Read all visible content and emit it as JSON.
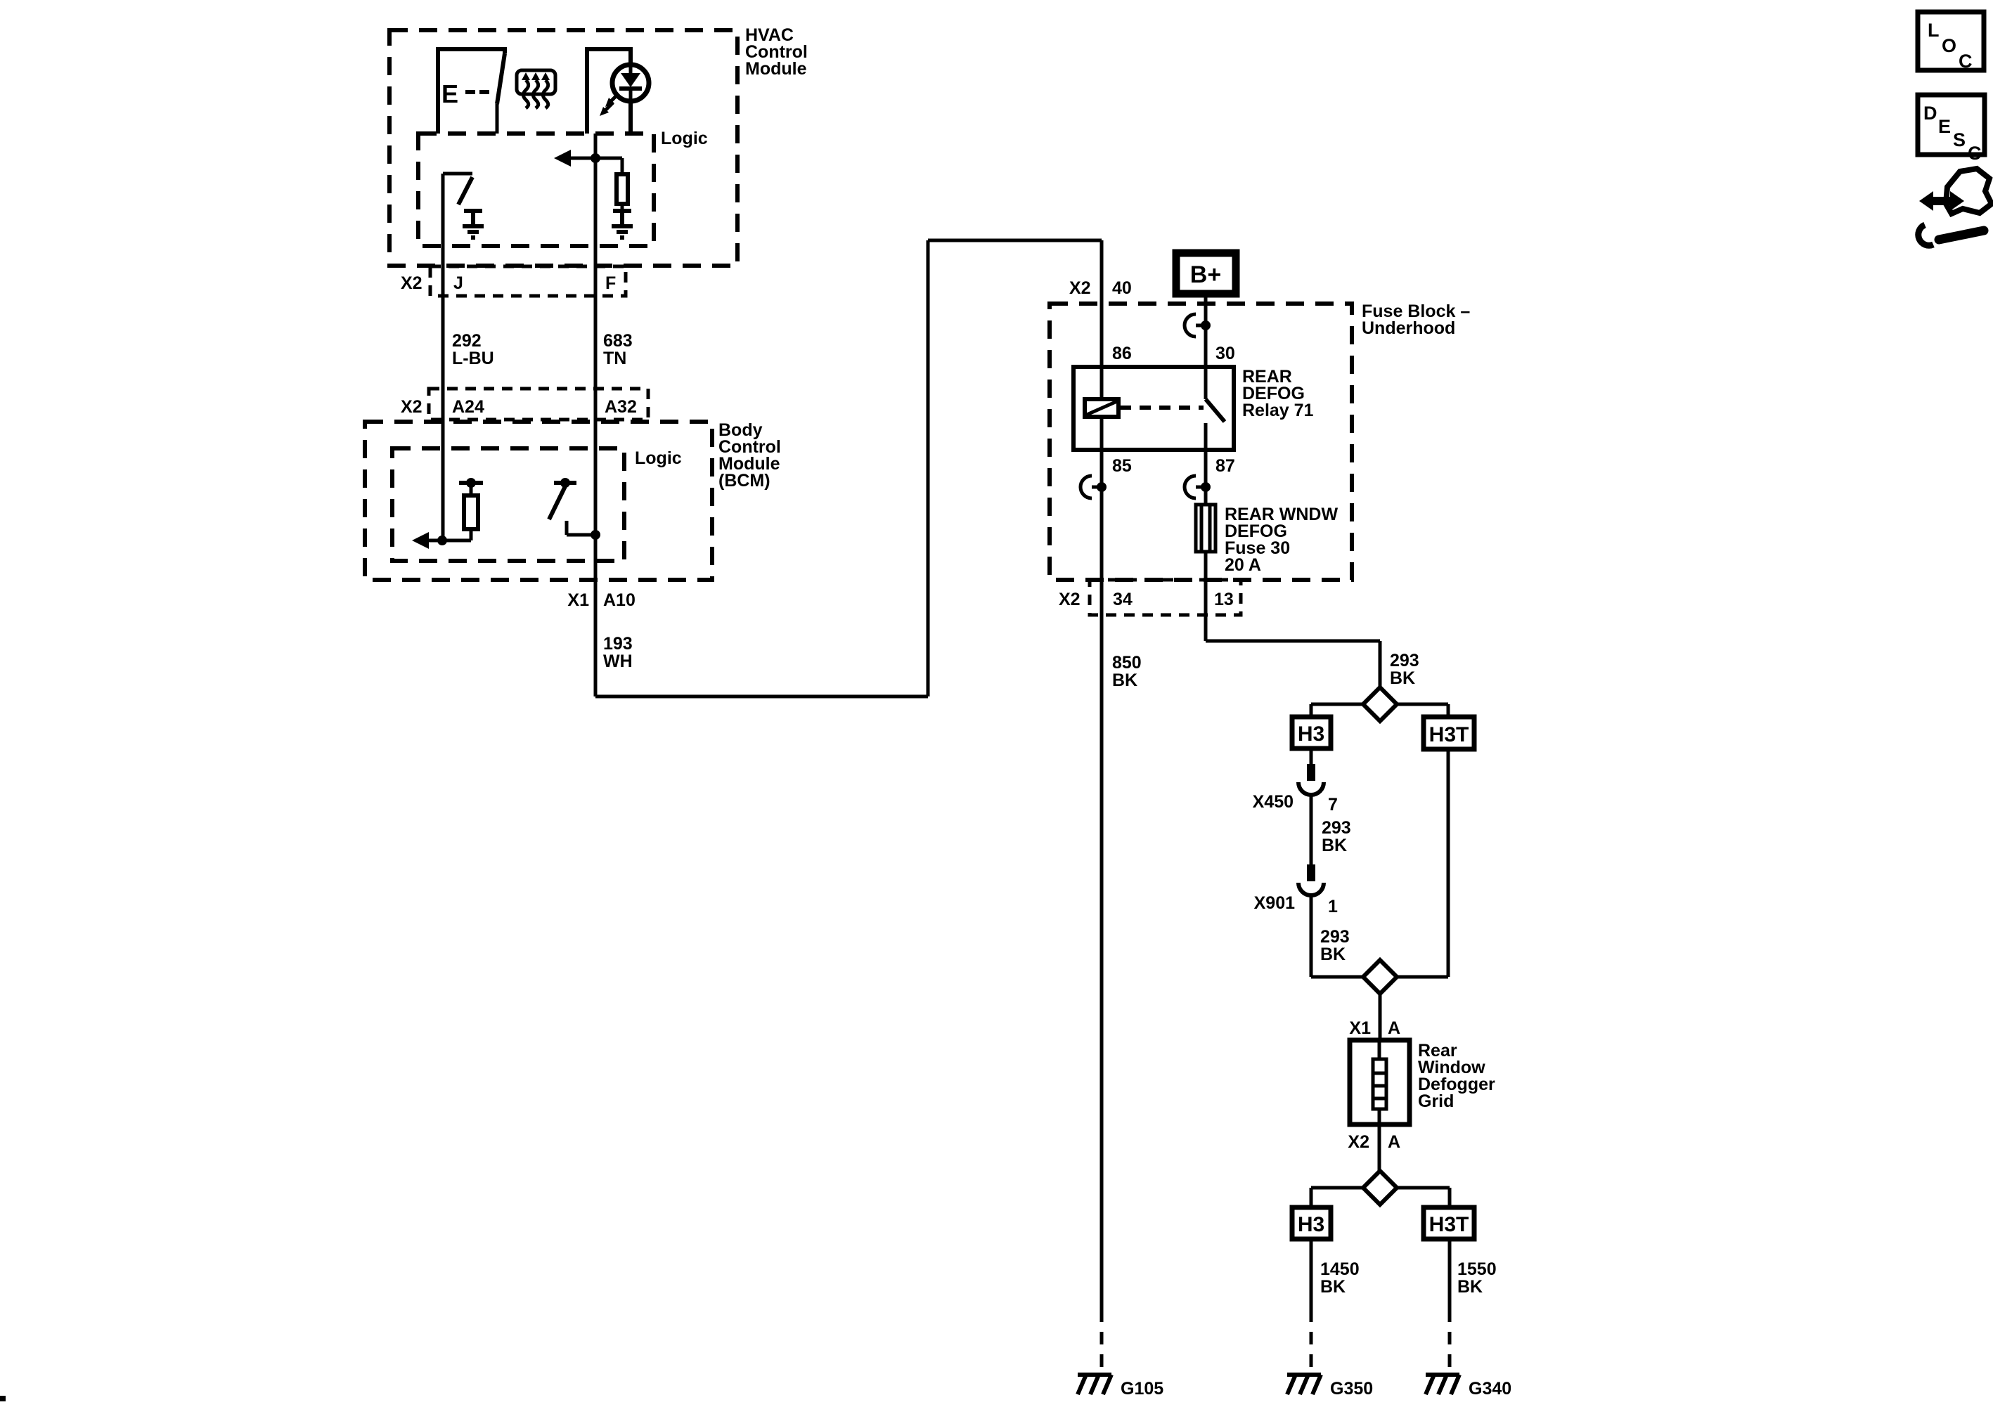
{
  "colors": {
    "ink": "#000000",
    "background": "#ffffff"
  },
  "nav": {
    "loc_letters": [
      "L",
      "O",
      "C"
    ],
    "desc_letters": [
      "D",
      "E",
      "S",
      "C"
    ]
  },
  "hvac_module": {
    "title_lines": [
      "HVAC",
      "Control",
      "Module"
    ],
    "logic_label": "Logic",
    "switch_letter": "E",
    "connector": {
      "name": "X2",
      "pin_left": "J",
      "pin_right": "F"
    }
  },
  "bcm": {
    "title_lines": [
      "Body",
      "Control",
      "Module",
      "(BCM)"
    ],
    "logic_label": "Logic",
    "connector_in": {
      "name": "X2",
      "pin_left": "A24",
      "pin_right": "A32"
    },
    "connector_out": {
      "name": "X1",
      "pin": "A10"
    }
  },
  "fuse_block": {
    "title_lines": [
      "Fuse Block –",
      "Underhood"
    ],
    "battery_terminal": "B+",
    "connector_top": {
      "name": "X2",
      "pin": "40"
    },
    "relay": {
      "title_lines": [
        "REAR",
        "DEFOG",
        "Relay 71"
      ],
      "pin_86": "86",
      "pin_30": "30",
      "pin_85": "85",
      "pin_87": "87"
    },
    "fuse": {
      "title_lines": [
        "REAR WNDW",
        "DEFOG",
        "Fuse 30",
        "20 A"
      ]
    },
    "connector_bottom": {
      "name": "X2",
      "pin_left": "34",
      "pin_right": "13"
    }
  },
  "wires": {
    "w292": {
      "circuit": "292",
      "color": "L-BU"
    },
    "w683": {
      "circuit": "683",
      "color": "TN"
    },
    "w193": {
      "circuit": "193",
      "color": "WH"
    },
    "w850": {
      "circuit": "850",
      "color": "BK"
    },
    "w293_top": {
      "circuit": "293",
      "color": "BK"
    },
    "w293_mid": {
      "circuit": "293",
      "color": "BK"
    },
    "w293_low": {
      "circuit": "293",
      "color": "BK"
    },
    "w1450": {
      "circuit": "1450",
      "color": "BK"
    },
    "w1550": {
      "circuit": "1550",
      "color": "BK"
    }
  },
  "harness_connectors": {
    "h3_top": "H3",
    "h3t_top": "H3T",
    "x450": {
      "name": "X450",
      "pin": "7"
    },
    "x901": {
      "name": "X901",
      "pin": "1"
    },
    "h3_bottom": "H3",
    "h3t_bottom": "H3T"
  },
  "defogger_grid": {
    "title_lines": [
      "Rear",
      "Window",
      "Defogger",
      "Grid"
    ],
    "connector_in": {
      "name": "X1",
      "pin": "A"
    },
    "connector_out": {
      "name": "X2",
      "pin": "A"
    }
  },
  "grounds": {
    "g105": "G105",
    "g350": "G350",
    "g340": "G340"
  }
}
